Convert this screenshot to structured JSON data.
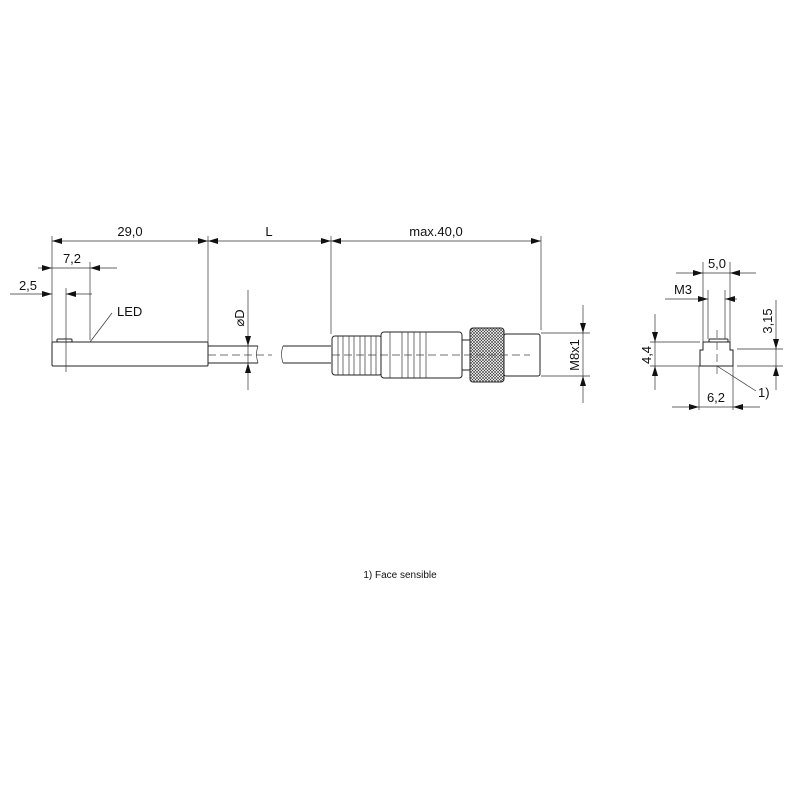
{
  "dimensions": {
    "body_length": "29,0",
    "cable_length": "L",
    "connector_length": "max.40,0",
    "led_offset": "7,2",
    "sensor_offset": "2,5",
    "cable_diameter": "⌀D",
    "thread": "M8x1",
    "width": "5,0",
    "screw": "M3",
    "height": "4,4",
    "sensor_height": "3,15",
    "base_width": "6,2"
  },
  "labels": {
    "led": "LED",
    "face_marker": "1)"
  },
  "footnote": "1) Face sensible"
}
